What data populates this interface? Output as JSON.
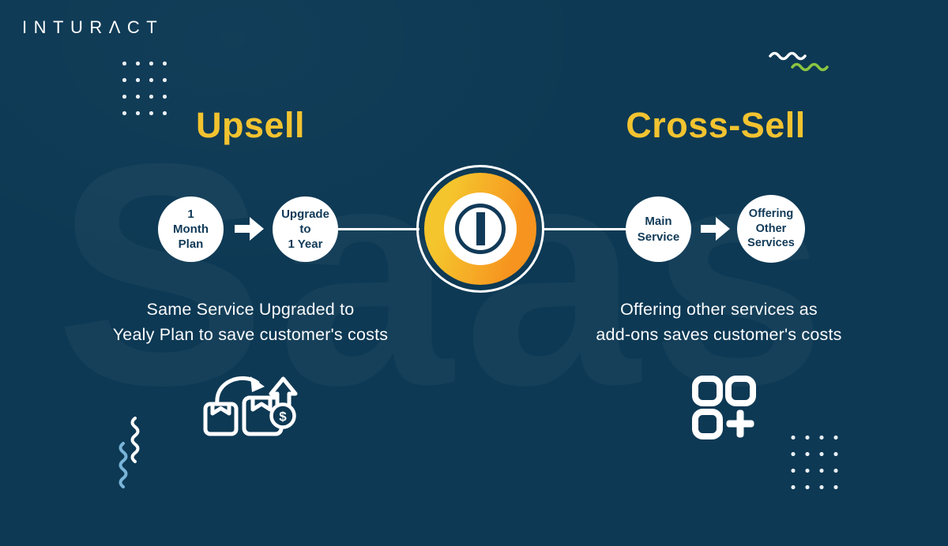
{
  "brand": {
    "logo_text": "INTURΛCT"
  },
  "background": {
    "watermark_text": "Saas"
  },
  "center": {
    "logo_letter": "I"
  },
  "upsell": {
    "heading": "Upsell",
    "step1_lines": [
      "1",
      "Month",
      "Plan"
    ],
    "step2_lines": [
      "Upgrade",
      "to",
      "1 Year"
    ],
    "description_lines": [
      "Same Service Upgraded to",
      "Yealy Plan to save customer's costs"
    ]
  },
  "cross_sell": {
    "heading": "Cross-Sell",
    "step1_lines": [
      "Main",
      "Service"
    ],
    "step2_lines": [
      "Offering",
      "Other",
      "Services"
    ],
    "description_lines": [
      "Offering other services as",
      "add-ons saves customer's costs"
    ]
  },
  "icons": {
    "dollar_symbol": "$"
  },
  "colors": {
    "background": "#0d3954",
    "heading_yellow": "#f2c330",
    "ring_gradient_start": "#f5c52d",
    "ring_gradient_end": "#f6941f",
    "circle_text_navy": "#113a58",
    "wave_green": "#8bc541",
    "wave_blue": "#79b4d9",
    "white": "#ffffff"
  }
}
